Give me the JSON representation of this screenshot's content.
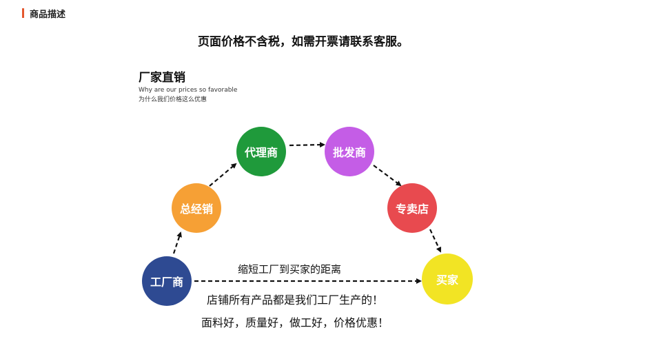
{
  "section": {
    "title": "商品描述"
  },
  "notice": "页面价格不含税，如需开票请联系客服。",
  "promo": {
    "title": "厂家直销",
    "subtitle_en": "Why are our prices so favorable",
    "subtitle_cn": "为什么我们价格这么优惠"
  },
  "diagram": {
    "nodes": [
      {
        "label": "工厂商",
        "color": "#2e4a92"
      },
      {
        "label": "总经销",
        "color": "#f6a035"
      },
      {
        "label": "代理商",
        "color": "#1f9a3b"
      },
      {
        "label": "批发商",
        "color": "#c45de6"
      },
      {
        "label": "专卖店",
        "color": "#e84a4f"
      },
      {
        "label": "买家",
        "color": "#f2e424"
      }
    ],
    "shortcut_label": "缩短工厂到买家的距离",
    "caption_line1": "店铺所有产品都是我们工厂生产的！",
    "caption_line2": "面料好，质量好，做工好，价格优惠！"
  }
}
